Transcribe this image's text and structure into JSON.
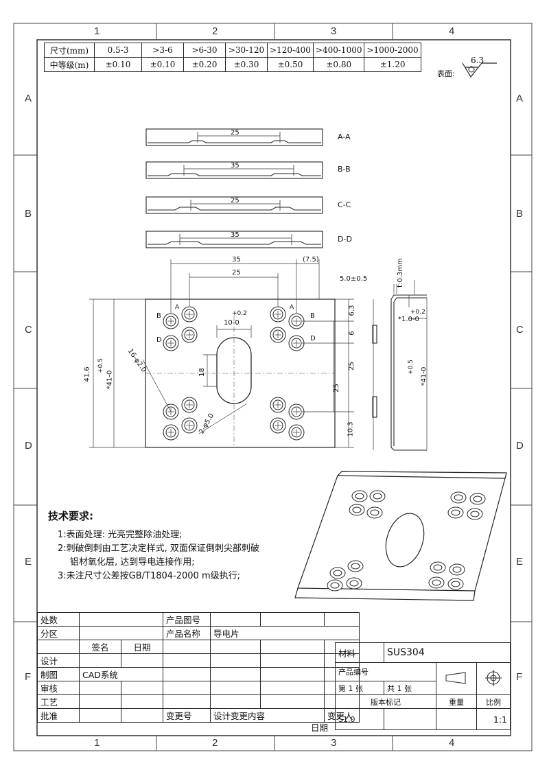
{
  "zones": {
    "top": [
      "1",
      "2",
      "3",
      "4"
    ],
    "bottom": [
      "1",
      "2",
      "3",
      "4"
    ],
    "left": [
      "A",
      "B",
      "C",
      "D",
      "E",
      "F"
    ],
    "right": [
      "A",
      "B",
      "C",
      "D",
      "E",
      "F"
    ]
  },
  "tolerance_table": {
    "row_headers": [
      "尺寸(mm)",
      "中等级(m)"
    ],
    "ranges": [
      "0.5-3",
      ">3-6",
      ">6-30",
      ">30-120",
      ">120-400",
      ">400-1000",
      ">1000-2000"
    ],
    "tolerances": [
      "±0.10",
      "±0.10",
      "±0.20",
      "±0.30",
      "±0.50",
      "±0.80",
      "±1.20"
    ]
  },
  "surface": {
    "label": "表面:",
    "value": "6.3"
  },
  "sections": [
    {
      "label": "A-A",
      "dim": "25"
    },
    {
      "label": "B-B",
      "dim": "35"
    },
    {
      "label": "C-C",
      "dim": "25"
    },
    {
      "label": "D-D",
      "dim": "35"
    }
  ],
  "dimensions": {
    "top_35": "35",
    "top_25": "25",
    "top_7_5": "(7.5)",
    "height_41_6": "41.6",
    "height_41": "*41-0",
    "height_plus": "+0.5",
    "slot_width": "10-0",
    "slot_plus": "+0.2",
    "slot_18": "18",
    "hole_16": "16-φ2.0",
    "hole_2": "2-φ5.0",
    "right_6_3": "6.3",
    "right_6": "6",
    "right_25a": "25",
    "right_25b": "25",
    "right_10_3": "10.3",
    "side_5": "5.0±0.5",
    "side_t": "t:0.3mm",
    "side_1": "*1.0-0",
    "side_1_plus": "+0.2",
    "side_41": "*41-0",
    "side_41_plus": "+0.5"
  },
  "section_marks": {
    "a": "A",
    "b": "B",
    "d": "D"
  },
  "tech": {
    "title": "技术要求:",
    "items": [
      "1:表面处理: 光亮完整除油处理;",
      "2:刺破倒刺由工艺决定样式, 双面保证倒刺尖部刺破",
      "铝材氧化层, 达到导电连接作用;",
      "3:未注尺寸公差按GB/T1804-2000 m级执行;"
    ]
  },
  "title_block": {
    "chu_shu": "处数",
    "fen_qu": "分区",
    "chanpin_tuhao": "产品图号",
    "chanpin_mingcheng": "产品名称",
    "product_name": "导电片",
    "qianming": "签名",
    "riqi": "日期",
    "sheji": "设计",
    "zhitu": "制图",
    "cad": "CAD系统",
    "shenhe": "审核",
    "gongyi": "工艺",
    "pizhun": "批准",
    "biangenghao": "变更号",
    "sheji_biangeng": "设计变更内容",
    "biangengren": "变更人",
    "riqi2": "日期",
    "cailiao": "材料",
    "material": "SUS304",
    "chanpin_bianhao": "产品编号",
    "di_zhang": "第 1 张",
    "gong_zhang": "共 1 张",
    "banben_biaoji": "版本标记",
    "zhongliang": "重量",
    "bili": "比例",
    "version": "S1.0",
    "scale": "1:1"
  }
}
